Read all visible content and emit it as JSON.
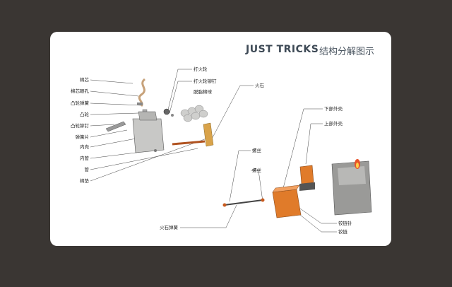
{
  "header": {
    "title": "JUST TRICKS",
    "subtitle": "结构分解图示"
  },
  "labels": {
    "wick": "棉芯",
    "wick_hole": "棉芯眼孔",
    "cam_spring": "凸轮弹簧",
    "cam": "凸轮",
    "cam_rivet": "凸轮铆钉",
    "spring_plate": "弹簧片",
    "inner_case": "内壳",
    "inner_tube": "内管",
    "tube": "管",
    "felt_pad": "棉垫",
    "flint_wheel": "打火轮",
    "flint_wheel_rivet": "打火轮铆钉",
    "cotton_balls": "脱脂棉球",
    "flint": "火石",
    "screw": "螺丝",
    "flint_spring": "火石弹簧",
    "screw2": "螺丝",
    "lower_case": "下部外壳",
    "upper_case": "上部外壳",
    "hinge_pin": "铰链针",
    "hinge": "铰链"
  },
  "colors": {
    "background": "#3a3633",
    "card": "#ffffff",
    "lid_orange": "#e07b2a",
    "metal": "#9a9a98"
  }
}
